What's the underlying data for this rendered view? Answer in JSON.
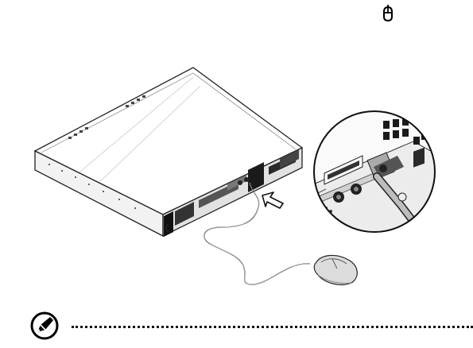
{
  "header": {
    "icon": "mouse-icon"
  },
  "figure": {
    "subjects": [
      "server-chassis",
      "mouse-cable",
      "mouse",
      "connector-callout"
    ],
    "arrow": "insert-arrow-icon"
  },
  "note": {
    "icon": "note-pen-icon"
  }
}
